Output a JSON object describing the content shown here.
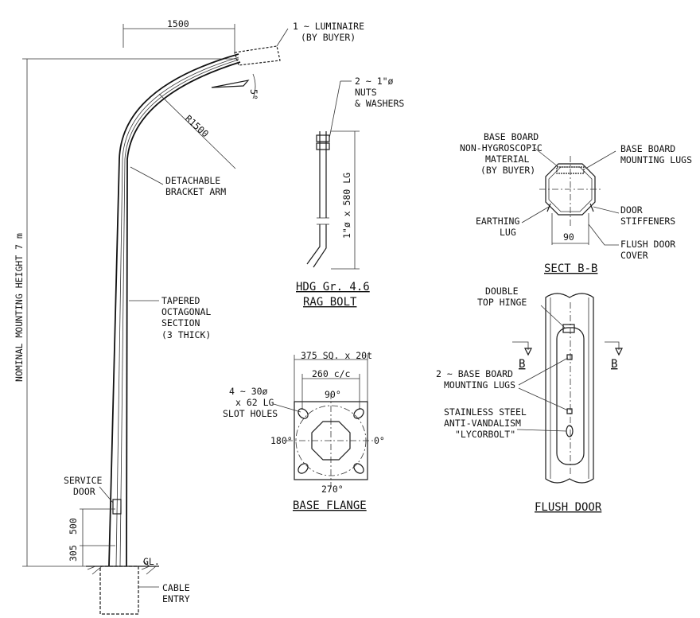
{
  "pole": {
    "dim_arm_reach": "1500",
    "luminaire": [
      "1 ~ LUMINAIRE",
      "(BY BUYER)"
    ],
    "tilt": "5°",
    "radius": "R1500",
    "bracket": [
      "DETACHABLE",
      "BRACKET ARM"
    ],
    "section": [
      "TAPERED",
      "OCTAGONAL",
      "SECTION",
      "(3 THICK)"
    ],
    "height": "NOMINAL MOUNTING HEIGHT 7 m",
    "service_door": [
      "SERVICE",
      "DOOR"
    ],
    "dim_500": "500",
    "dim_305": "305",
    "ground": "GL.",
    "cable_entry": [
      "CABLE",
      "ENTRY"
    ]
  },
  "rag_bolt": {
    "nuts": [
      "2 ~ 1\"ø",
      "NUTS",
      "& WASHERS"
    ],
    "size": "1\"ø x 580 LG",
    "title": [
      "HDG Gr. 4.6",
      "RAG BOLT"
    ]
  },
  "base_flange": {
    "size": "375 SQ. x 20t",
    "centres": "260 c/c",
    "holes": [
      "4 ~ 30ø",
      "x 62 LG",
      "SLOT HOLES"
    ],
    "angles": [
      "90°",
      "180°",
      "0°",
      "270°"
    ],
    "title": "BASE FLANGE"
  },
  "sect_bb": {
    "base_board": [
      "BASE BOARD",
      "NON-HYGROSCOPIC",
      "MATERIAL",
      "(BY BUYER)"
    ],
    "lugs": [
      "BASE BOARD",
      "MOUNTING LUGS"
    ],
    "earthing": [
      "EARTHING",
      "LUG"
    ],
    "stiffeners": [
      "DOOR",
      "STIFFENERS"
    ],
    "cover": [
      "FLUSH DOOR",
      "COVER"
    ],
    "dim_90": "90",
    "title": "SECT B-B"
  },
  "flush_door": {
    "hinge": [
      "DOUBLE",
      "TOP HINGE"
    ],
    "lugs": [
      "2 ~ BASE BOARD",
      "MOUNTING LUGS"
    ],
    "bolt": [
      "STAINLESS STEEL",
      "ANTI-VANDALISM",
      "\"LYCORBOLT\""
    ],
    "section_mark": "B",
    "title": "FLUSH DOOR"
  }
}
